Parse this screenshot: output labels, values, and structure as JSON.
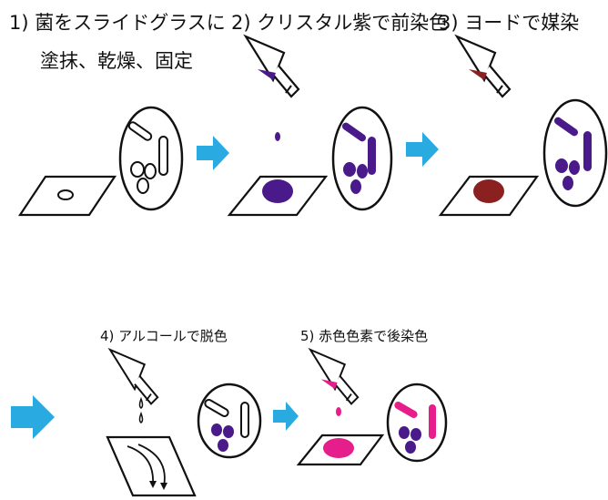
{
  "steps": [
    {
      "label_line1": "1) 菌をスライドグラスに",
      "label_line2": "塗抹、乾燥、固定"
    },
    {
      "label": "2) クリスタル紫で前染色"
    },
    {
      "label": "3) ヨードで媒染"
    },
    {
      "label": "4) アルコールで脱色"
    },
    {
      "label": "5) 赤色色素で後染色"
    }
  ],
  "colors": {
    "crystal_violet": "#4a1a8a",
    "iodine": "#8b2020",
    "safranin": "#e61e8c",
    "arrow": "#29abe2",
    "outline": "#111111"
  }
}
